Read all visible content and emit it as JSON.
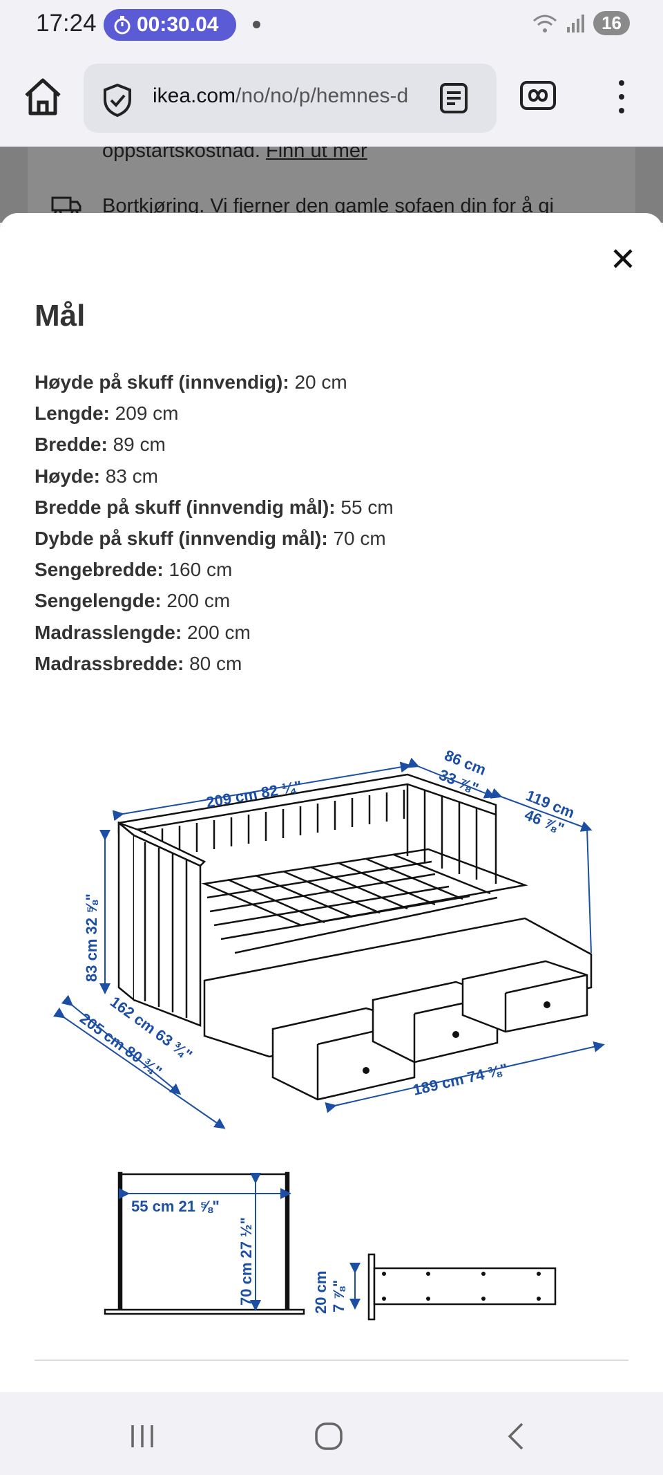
{
  "status_bar": {
    "time": "17:24",
    "timer": "00:30.04",
    "battery": "16"
  },
  "browser": {
    "url_host": "ikea.com",
    "url_path": "/no/no/p/hemnes-d"
  },
  "background_page": {
    "line1_text": "oppstartskostnad. ",
    "line1_link": "Finn ut mer",
    "line2_text": "Bortkjøring. Vi fjerner den gamle sofaen din for å gi"
  },
  "sheet": {
    "title": "Mål",
    "dimensions": [
      {
        "label": "Høyde på skuff (innvendig):",
        "value": "20 cm"
      },
      {
        "label": "Lengde:",
        "value": "209 cm"
      },
      {
        "label": "Bredde:",
        "value": "89 cm"
      },
      {
        "label": "Høyde:",
        "value": "83 cm"
      },
      {
        "label": "Bredde på skuff (innvendig mål):",
        "value": "55 cm"
      },
      {
        "label": "Dybde på skuff (innvendig mål):",
        "value": "70 cm"
      },
      {
        "label": "Sengebredde:",
        "value": "160 cm"
      },
      {
        "label": "Sengelengde:",
        "value": "200 cm"
      },
      {
        "label": "Madrasslengde:",
        "value": "200 cm"
      },
      {
        "label": "Madrassbredde:",
        "value": "80 cm"
      }
    ],
    "drawing_labels": {
      "length_top": "209 cm 82 ¼\"",
      "depth_top_cm": "86 cm",
      "depth_top_in": "33 ⅞\"",
      "width_right_cm": "119 cm",
      "width_right_in": "46 ⅞\"",
      "height_left": "83 cm 32 ⅝\"",
      "width_closed": "162 cm 63 ¾\"",
      "width_open": "205 cm 80 ¾\"",
      "length_bottom": "189 cm 74 ⅜\"",
      "drawer_width": "55 cm 21 ⅝\"",
      "drawer_depth": "70 cm 27 ½\"",
      "drawer_height_cm": "20 cm",
      "drawer_height_in": "7 ⅞\""
    }
  },
  "colors": {
    "dimension_blue": "#1c4fa3",
    "timer_pill": "#5b5bd6"
  }
}
